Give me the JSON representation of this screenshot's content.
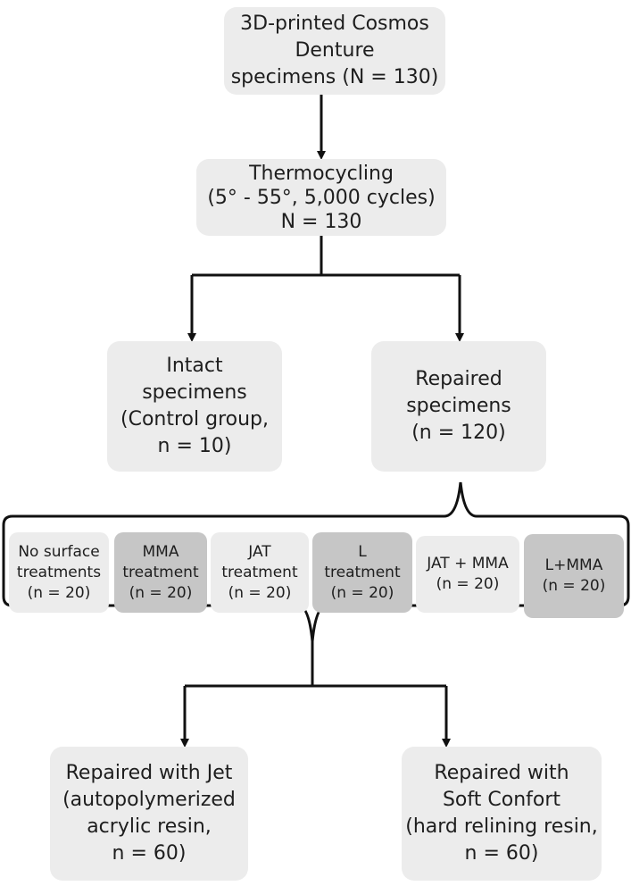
{
  "nodes": {
    "top": [
      "3D-printed Cosmos Denture",
      "specimens (N = 130)"
    ],
    "thermo": [
      "Thermocycling",
      "(5° - 55°, 5,000 cycles)",
      "N = 130"
    ],
    "intact": [
      "Intact",
      "specimens",
      "(Control group,",
      "n = 10)"
    ],
    "repaired": [
      "Repaired",
      "specimens",
      "(n = 120)"
    ],
    "treatments": [
      [
        "No surface",
        "treatments",
        "(n = 20)"
      ],
      [
        "MMA",
        "treatment",
        "(n = 20)"
      ],
      [
        "JAT",
        "treatment",
        "(n = 20)"
      ],
      [
        "L",
        "treatment",
        "(n = 20)"
      ],
      [
        "JAT + MMA",
        "(n = 20)"
      ],
      [
        "L+MMA",
        "(n = 20)"
      ]
    ],
    "jet": [
      "Repaired with Jet",
      "(autopolymerized",
      "acrylic resin,",
      "n = 60)"
    ],
    "soft": [
      "Repaired with",
      "Soft Confort",
      "(hard relining resin,",
      "n = 60)"
    ]
  },
  "colors": {
    "box": "#ececec",
    "box_dark": "#c6c6c6",
    "line": "#111111"
  }
}
